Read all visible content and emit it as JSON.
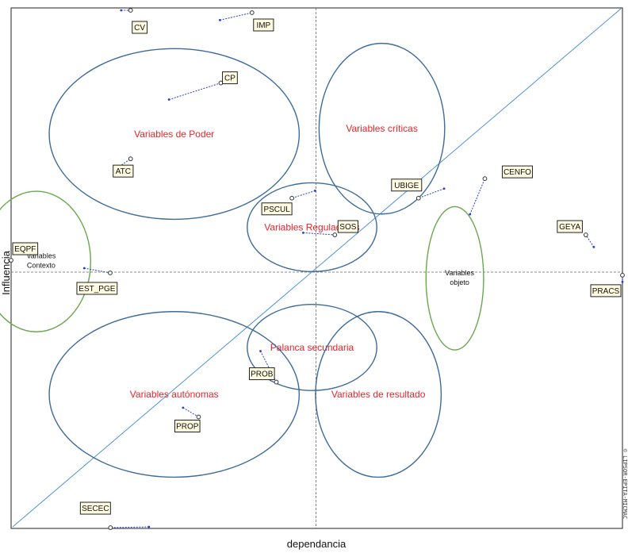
{
  "chart_data": {
    "type": "scatter",
    "xlabel": "dependancia",
    "ylabel": "Influencia",
    "copyright": "© LIPSOR-EPITA-MICMAC",
    "xlim": [
      -100,
      100
    ],
    "ylim": [
      -100,
      100
    ],
    "grid": false,
    "colors": {
      "zone_outline": "#3d6b9a",
      "context_outline": "#6aa84f",
      "zone_label": "#e8242b",
      "displacement": "#2a3fd0",
      "diagonal": "#4a90d9",
      "crosshair": "#666666"
    },
    "zones": [
      {
        "label": "Variables de Poder",
        "cx": -46.5,
        "cy": 52.3,
        "rx": 41.0,
        "ry": 32.3,
        "kind": "quadrant"
      },
      {
        "label": "Variables críticas",
        "cx": 43.0,
        "cy": 54.3,
        "rx": 41.0,
        "ry": 32.3,
        "kind": "quadrant"
      },
      {
        "label": "Variables Reguladoras",
        "cx": -1.3,
        "cy": 17.0,
        "rx": 41.0,
        "ry": 16.8,
        "kind": "quadrant"
      },
      {
        "label": "Palanca secundaria",
        "cx": -1.3,
        "cy": -29.4,
        "rx": 41.0,
        "ry": 16.8,
        "kind": "quadrant"
      },
      {
        "label": "Variables autónomas",
        "cx": -46.5,
        "cy": -47.7,
        "rx": 41.0,
        "ry": 32.3,
        "kind": "quadrant"
      },
      {
        "label": "Variables de resultado",
        "cx": 40.7,
        "cy": -47.7,
        "rx": 41.0,
        "ry": 32.3,
        "kind": "quadrant"
      },
      {
        "label": "Variables Contexto",
        "cx": -91.7,
        "cy": 4.0,
        "rx": 17.8,
        "ry": 26.6,
        "kind": "context"
      },
      {
        "label": "Variables objeto",
        "cx": 90.6,
        "cy": -2.4,
        "rx": 18.8,
        "ry": 27.2,
        "kind": "context"
      }
    ],
    "points": [
      {
        "name": "CV",
        "x": -60.8,
        "y": 99.1,
        "x0": -63.9,
        "y0": 99.1
      },
      {
        "name": "IMP",
        "x": -21.0,
        "y": 98.2,
        "x0": -31.5,
        "y0": 95.4
      },
      {
        "name": "CP",
        "x": -31.2,
        "y": 71.6,
        "x0": -48.2,
        "y0": 65.3
      },
      {
        "name": "ATC",
        "x": -60.8,
        "y": 42.9,
        "x0": -66.0,
        "y0": 38.8
      },
      {
        "name": "PSCUL",
        "x": -7.9,
        "y": 28.0,
        "x0": -0.3,
        "y0": 30.8
      },
      {
        "name": "SOS",
        "x": 12.3,
        "y": 14.1,
        "x0": -4.2,
        "y0": 14.9
      },
      {
        "name": "UBIGE",
        "x": 66.9,
        "y": 28.0,
        "x0": 83.6,
        "y0": 31.6
      },
      {
        "name": "CENFO",
        "x": 110.2,
        "y": 35.4,
        "x0": 100.5,
        "y0": 21.9
      },
      {
        "name": "GEYA",
        "x": 176.1,
        "y": 14.1,
        "x0": 181.3,
        "y0": 9.5
      },
      {
        "name": "PRACS",
        "x": 200.0,
        "y": -1.2,
        "x0": 200.0,
        "y0": -3.8
      },
      {
        "name": "EQPF",
        "x": -100.0,
        "y": 4.5,
        "x0": -100.0,
        "y0": 4.5
      },
      {
        "name": "EST_PGE",
        "x": -67.5,
        "y": -0.3,
        "x0": -76.0,
        "y0": 1.5
      },
      {
        "name": "PROB",
        "x": -13.0,
        "y": -42.9,
        "x0": -18.2,
        "y0": -30.8
      },
      {
        "name": "PROP",
        "x": -38.5,
        "y": -56.5,
        "x0": -43.6,
        "y0": -52.9
      },
      {
        "name": "SECEC",
        "x": -67.4,
        "y": -99.7,
        "x0": -54.8,
        "y0": -99.4
      }
    ]
  }
}
